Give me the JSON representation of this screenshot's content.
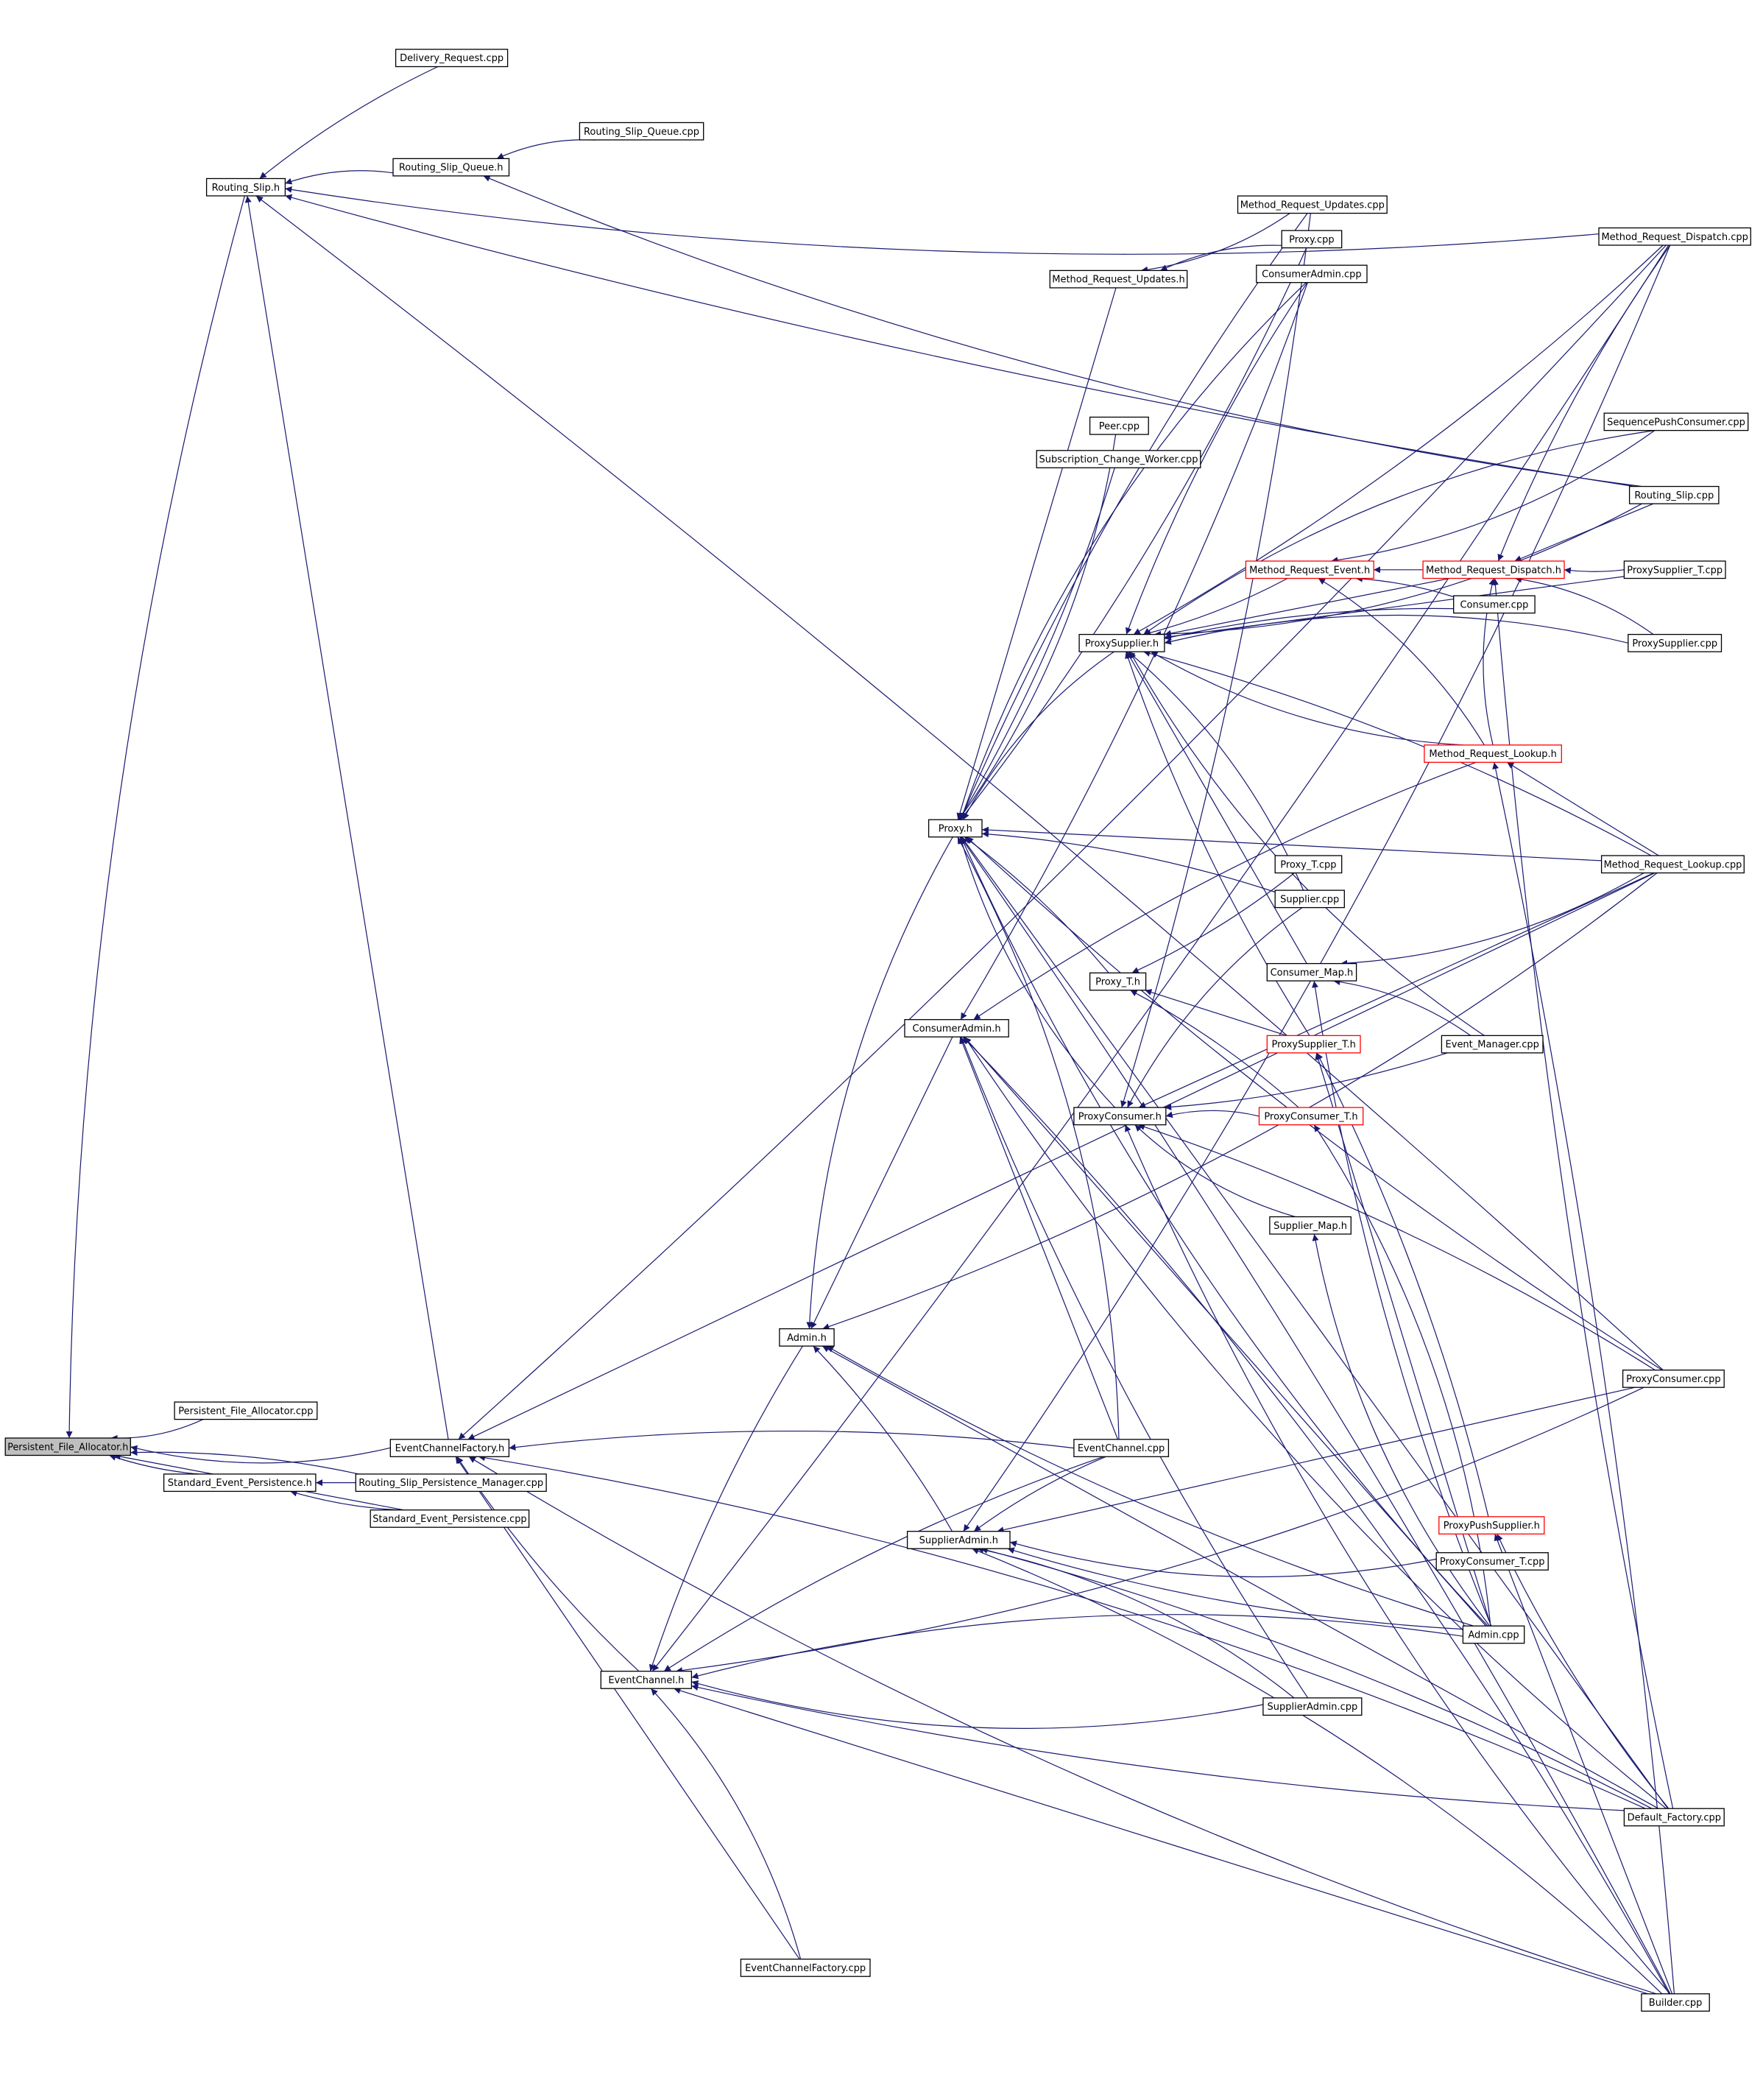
{
  "colors": {
    "edge": "#191970",
    "node_border_black": "#000000",
    "node_border_red": "#ff0000",
    "focus_fill": "#bfbfbf",
    "node_fill": "#ffffff"
  },
  "nodes": {
    "persistent_file_allocator_h": {
      "label": "Persistent_File_Allocator.h",
      "style": "focus"
    },
    "persistent_file_allocator_cpp": {
      "label": "Persistent_File_Allocator.cpp",
      "style": "black"
    },
    "standard_event_persistence_h": {
      "label": "Standard_Event_Persistence.h",
      "style": "black"
    },
    "standard_event_persistence_cpp": {
      "label": "Standard_Event_Persistence.cpp",
      "style": "black"
    },
    "routing_slip_persistence_manager_cpp": {
      "label": "Routing_Slip_Persistence_Manager.cpp",
      "style": "black"
    },
    "routing_slip_h": {
      "label": "Routing_Slip.h",
      "style": "black"
    },
    "delivery_request_cpp": {
      "label": "Delivery_Request.cpp",
      "style": "black"
    },
    "routing_slip_queue_h": {
      "label": "Routing_Slip_Queue.h",
      "style": "black"
    },
    "routing_slip_queue_cpp": {
      "label": "Routing_Slip_Queue.cpp",
      "style": "black"
    },
    "eventchannelfactory_h": {
      "label": "EventChannelFactory.h",
      "style": "black"
    },
    "eventchannel_h": {
      "label": "EventChannel.h",
      "style": "black"
    },
    "eventchannelfactory_cpp": {
      "label": "EventChannelFactory.cpp",
      "style": "black"
    },
    "admin_h": {
      "label": "Admin.h",
      "style": "black"
    },
    "proxy_h": {
      "label": "Proxy.h",
      "style": "black"
    },
    "consumeradmin_h": {
      "label": "ConsumerAdmin.h",
      "style": "black"
    },
    "supplieradmin_h": {
      "label": "SupplierAdmin.h",
      "style": "black"
    },
    "method_request_updates_cpp": {
      "label": "Method_Request_Updates.cpp",
      "style": "black"
    },
    "proxy_cpp": {
      "label": "Proxy.cpp",
      "style": "black"
    },
    "method_request_updates_h": {
      "label": "Method_Request_Updates.h",
      "style": "black"
    },
    "consumeradmin_cpp": {
      "label": "ConsumerAdmin.cpp",
      "style": "black"
    },
    "peer_cpp": {
      "label": "Peer.cpp",
      "style": "black"
    },
    "subscription_change_worker_cpp": {
      "label": "Subscription_Change_Worker.cpp",
      "style": "black"
    },
    "proxysupplier_h": {
      "label": "ProxySupplier.h",
      "style": "black"
    },
    "proxy_t_h": {
      "label": "Proxy_T.h",
      "style": "black"
    },
    "proxyconsumer_h": {
      "label": "ProxyConsumer.h",
      "style": "black"
    },
    "eventchannel_cpp": {
      "label": "EventChannel.cpp",
      "style": "black"
    },
    "method_request_event_h": {
      "label": "Method_Request_Event.h",
      "style": "red"
    },
    "method_request_dispatch_h": {
      "label": "Method_Request_Dispatch.h",
      "style": "red"
    },
    "consumer_cpp": {
      "label": "Consumer.cpp",
      "style": "black"
    },
    "method_request_lookup_h": {
      "label": "Method_Request_Lookup.h",
      "style": "red"
    },
    "proxy_t_cpp": {
      "label": "Proxy_T.cpp",
      "style": "black"
    },
    "supplier_cpp": {
      "label": "Supplier.cpp",
      "style": "black"
    },
    "consumer_map_h": {
      "label": "Consumer_Map.h",
      "style": "black"
    },
    "proxysupplier_t_h": {
      "label": "ProxySupplier_T.h",
      "style": "red"
    },
    "proxyconsumer_t_h": {
      "label": "ProxyConsumer_T.h",
      "style": "red"
    },
    "supplier_map_h": {
      "label": "Supplier_Map.h",
      "style": "black"
    },
    "event_manager_cpp": {
      "label": "Event_Manager.cpp",
      "style": "black"
    },
    "proxypushsupplier_h": {
      "label": "ProxyPushSupplier.h",
      "style": "red"
    },
    "proxyconsumer_t_cpp": {
      "label": "ProxyConsumer_T.cpp",
      "style": "black"
    },
    "admin_cpp": {
      "label": "Admin.cpp",
      "style": "black"
    },
    "supplieradmin_cpp": {
      "label": "SupplierAdmin.cpp",
      "style": "black"
    },
    "method_request_dispatch_cpp": {
      "label": "Method_Request_Dispatch.cpp",
      "style": "black"
    },
    "sequencepushconsumer_cpp": {
      "label": "SequencePushConsumer.cpp",
      "style": "black"
    },
    "routing_slip_cpp": {
      "label": "Routing_Slip.cpp",
      "style": "black"
    },
    "proxysupplier_t_cpp": {
      "label": "ProxySupplier_T.cpp",
      "style": "black"
    },
    "proxysupplier_cpp": {
      "label": "ProxySupplier.cpp",
      "style": "black"
    },
    "method_request_lookup_cpp": {
      "label": "Method_Request_Lookup.cpp",
      "style": "black"
    },
    "proxyconsumer_cpp": {
      "label": "ProxyConsumer.cpp",
      "style": "black"
    },
    "default_factory_cpp": {
      "label": "Default_Factory.cpp",
      "style": "black"
    },
    "builder_cpp": {
      "label": "Builder.cpp",
      "style": "black"
    }
  },
  "edges": [
    [
      "persistent_file_allocator_cpp",
      "persistent_file_allocator_h"
    ],
    [
      "standard_event_persistence_h",
      "persistent_file_allocator_h"
    ],
    [
      "standard_event_persistence_cpp",
      "persistent_file_allocator_h"
    ],
    [
      "routing_slip_persistence_manager_cpp",
      "persistent_file_allocator_h"
    ],
    [
      "routing_slip_h",
      "persistent_file_allocator_h"
    ],
    [
      "eventchannelfactory_h",
      "persistent_file_allocator_h"
    ],
    [
      "standard_event_persistence_cpp",
      "standard_event_persistence_h"
    ],
    [
      "routing_slip_persistence_manager_cpp",
      "standard_event_persistence_h"
    ],
    [
      "delivery_request_cpp",
      "routing_slip_h"
    ],
    [
      "routing_slip_queue_h",
      "routing_slip_h"
    ],
    [
      "method_request_dispatch_cpp",
      "routing_slip_h"
    ],
    [
      "routing_slip_cpp",
      "routing_slip_h"
    ],
    [
      "eventchannelfactory_h",
      "routing_slip_h"
    ],
    [
      "proxyconsumer_cpp",
      "routing_slip_h"
    ],
    [
      "routing_slip_queue_cpp",
      "routing_slip_queue_h"
    ],
    [
      "routing_slip_cpp",
      "routing_slip_queue_h"
    ],
    [
      "eventchannel_h",
      "eventchannelfactory_h"
    ],
    [
      "eventchannelfactory_cpp",
      "eventchannelfactory_h"
    ],
    [
      "eventchannel_cpp",
      "eventchannelfactory_h"
    ],
    [
      "default_factory_cpp",
      "eventchannelfactory_h"
    ],
    [
      "builder_cpp",
      "eventchannelfactory_h"
    ],
    [
      "method_request_dispatch_cpp",
      "eventchannelfactory_h"
    ],
    [
      "method_request_lookup_cpp",
      "eventchannelfactory_h"
    ],
    [
      "admin_h",
      "eventchannel_h"
    ],
    [
      "eventchannelfactory_cpp",
      "eventchannel_h"
    ],
    [
      "supplieradmin_cpp",
      "eventchannel_h"
    ],
    [
      "default_factory_cpp",
      "eventchannel_h"
    ],
    [
      "builder_cpp",
      "eventchannel_h"
    ],
    [
      "eventchannel_cpp",
      "eventchannel_h"
    ],
    [
      "admin_cpp",
      "eventchannel_h"
    ],
    [
      "proxyconsumer_cpp",
      "eventchannel_h"
    ],
    [
      "method_request_dispatch_cpp",
      "eventchannel_h"
    ],
    [
      "consumeradmin_h",
      "admin_h"
    ],
    [
      "supplieradmin_h",
      "admin_h"
    ],
    [
      "proxy_h",
      "admin_h"
    ],
    [
      "method_request_lookup_cpp",
      "admin_h"
    ],
    [
      "admin_cpp",
      "admin_h"
    ],
    [
      "default_factory_cpp",
      "admin_h"
    ],
    [
      "proxy_t_h",
      "proxy_h"
    ],
    [
      "proxysupplier_h",
      "proxy_h"
    ],
    [
      "proxyconsumer_h",
      "proxy_h"
    ],
    [
      "proxy_cpp",
      "proxy_h"
    ],
    [
      "method_request_updates_h",
      "proxy_h"
    ],
    [
      "method_request_updates_cpp",
      "proxy_h"
    ],
    [
      "consumeradmin_cpp",
      "proxy_h"
    ],
    [
      "peer_cpp",
      "proxy_h"
    ],
    [
      "subscription_change_worker_cpp",
      "proxy_h"
    ],
    [
      "method_request_lookup_cpp",
      "proxy_h"
    ],
    [
      "supplier_cpp",
      "proxy_h"
    ],
    [
      "eventchannel_cpp",
      "proxy_h"
    ],
    [
      "admin_cpp",
      "proxy_h"
    ],
    [
      "proxyconsumer_cpp",
      "proxy_h"
    ],
    [
      "default_factory_cpp",
      "proxy_h"
    ],
    [
      "builder_cpp",
      "proxy_h"
    ],
    [
      "proxy_cpp",
      "method_request_updates_h"
    ],
    [
      "method_request_updates_cpp",
      "method_request_updates_h"
    ],
    [
      "consumeradmin_cpp",
      "consumeradmin_h"
    ],
    [
      "eventchannel_cpp",
      "consumeradmin_h"
    ],
    [
      "method_request_lookup_h",
      "consumeradmin_h"
    ],
    [
      "builder_cpp",
      "consumeradmin_h"
    ],
    [
      "default_factory_cpp",
      "consumeradmin_h"
    ],
    [
      "supplieradmin_cpp",
      "consumeradmin_h"
    ],
    [
      "admin_cpp",
      "consumeradmin_h"
    ],
    [
      "eventchannel_cpp",
      "supplieradmin_h"
    ],
    [
      "supplieradmin_cpp",
      "supplieradmin_h"
    ],
    [
      "proxyconsumer_t_cpp",
      "supplieradmin_h"
    ],
    [
      "admin_cpp",
      "supplieradmin_h"
    ],
    [
      "proxyconsumer_cpp",
      "supplieradmin_h"
    ],
    [
      "default_factory_cpp",
      "supplieradmin_h"
    ],
    [
      "builder_cpp",
      "supplieradmin_h"
    ],
    [
      "method_request_dispatch_cpp",
      "supplieradmin_h"
    ],
    [
      "method_request_event_h",
      "proxysupplier_h"
    ],
    [
      "method_request_dispatch_h",
      "proxysupplier_h"
    ],
    [
      "consumer_cpp",
      "proxysupplier_h"
    ],
    [
      "proxysupplier_cpp",
      "proxysupplier_h"
    ],
    [
      "method_request_lookup_h",
      "proxysupplier_h"
    ],
    [
      "proxysupplier_t_h",
      "proxysupplier_h"
    ],
    [
      "consumer_map_h",
      "proxysupplier_h"
    ],
    [
      "consumeradmin_cpp",
      "proxysupplier_h"
    ],
    [
      "sequencepushconsumer_cpp",
      "proxysupplier_h"
    ],
    [
      "routing_slip_cpp",
      "proxysupplier_h"
    ],
    [
      "method_request_dispatch_cpp",
      "proxysupplier_h"
    ],
    [
      "proxysupplier_t_cpp",
      "proxysupplier_h"
    ],
    [
      "method_request_lookup_cpp",
      "proxysupplier_h"
    ],
    [
      "supplier_cpp",
      "proxysupplier_h"
    ],
    [
      "event_manager_cpp",
      "proxysupplier_h"
    ],
    [
      "proxy_t_cpp",
      "proxy_t_h"
    ],
    [
      "proxysupplier_t_h",
      "proxy_t_h"
    ],
    [
      "proxyconsumer_t_h",
      "proxy_t_h"
    ],
    [
      "proxyconsumer_t_h",
      "proxyconsumer_h"
    ],
    [
      "supplier_map_h",
      "proxyconsumer_h"
    ],
    [
      "event_manager_cpp",
      "proxyconsumer_h"
    ],
    [
      "method_request_lookup_cpp",
      "proxyconsumer_h"
    ],
    [
      "proxyconsumer_cpp",
      "proxyconsumer_h"
    ],
    [
      "supplier_cpp",
      "proxyconsumer_h"
    ],
    [
      "builder_cpp",
      "proxyconsumer_h"
    ],
    [
      "method_request_updates_cpp",
      "proxyconsumer_h"
    ],
    [
      "method_request_dispatch_h",
      "method_request_event_h"
    ],
    [
      "consumer_cpp",
      "method_request_event_h"
    ],
    [
      "method_request_lookup_h",
      "method_request_event_h"
    ],
    [
      "sequencepushconsumer_cpp",
      "method_request_event_h"
    ],
    [
      "proxysupplier_t_cpp",
      "method_request_dispatch_h"
    ],
    [
      "routing_slip_cpp",
      "method_request_dispatch_h"
    ],
    [
      "method_request_dispatch_cpp",
      "method_request_dispatch_h"
    ],
    [
      "proxysupplier_cpp",
      "method_request_dispatch_h"
    ],
    [
      "method_request_lookup_h",
      "method_request_dispatch_h"
    ],
    [
      "default_factory_cpp",
      "method_request_dispatch_h"
    ],
    [
      "method_request_lookup_cpp",
      "method_request_lookup_h"
    ],
    [
      "builder_cpp",
      "method_request_lookup_h"
    ],
    [
      "event_manager_cpp",
      "consumer_map_h"
    ],
    [
      "method_request_lookup_cpp",
      "consumer_map_h"
    ],
    [
      "admin_cpp",
      "consumer_map_h"
    ],
    [
      "admin_cpp",
      "proxysupplier_t_h"
    ],
    [
      "proxypushsupplier_h",
      "proxysupplier_t_h"
    ],
    [
      "admin_cpp",
      "proxyconsumer_t_h"
    ],
    [
      "admin_cpp",
      "supplier_map_h"
    ],
    [
      "default_factory_cpp",
      "proxypushsupplier_h"
    ],
    [
      "builder_cpp",
      "proxypushsupplier_h"
    ]
  ]
}
